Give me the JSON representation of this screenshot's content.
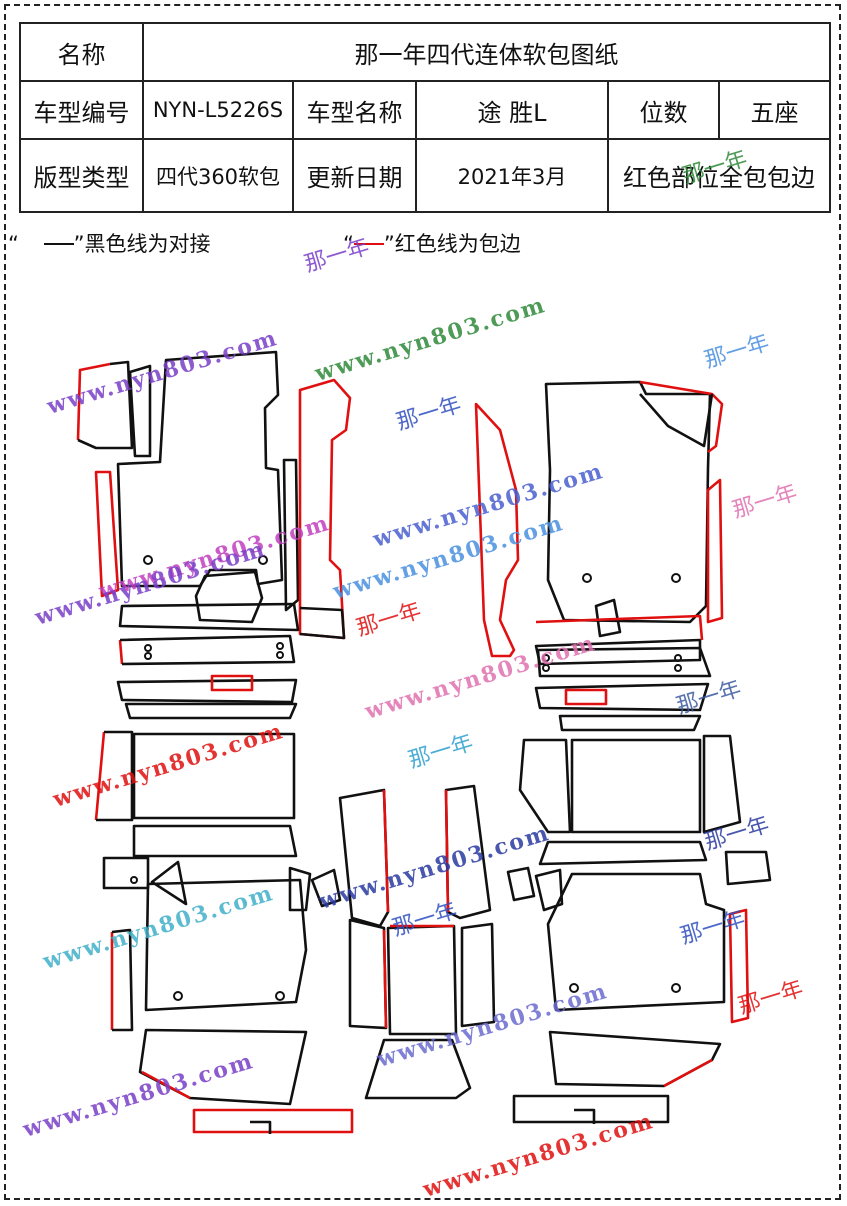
{
  "info_table": {
    "name_label": "名称",
    "name_value": "那一年四代连体软包图纸",
    "model_code_label": "车型编号",
    "model_code_value": "NYN-L5226S",
    "model_name_label": "车型名称",
    "model_name_value": "途 胜L",
    "seats_label": "位数",
    "seats_value": "五座",
    "pattern_type_label": "版型类型",
    "pattern_type_value": "四代360软包",
    "update_date_label": "更新日期",
    "update_date_value": "2021年3月",
    "red_note": "红色部位全包包边"
  },
  "legend": {
    "black_open_quote": "“",
    "black_text": "”黑色线为对接",
    "red_open_quote": "“",
    "red_text": "”红色线为包边"
  },
  "colors": {
    "border": "#111111",
    "red_edge": "#e01010"
  },
  "watermarks": {
    "url_text": "www.nyn803.com",
    "brand_text": "那一年",
    "url_colors": [
      "#7a3fc8",
      "#2f8a3a",
      "#4a5fd0",
      "#c040c0",
      "#e03060",
      "#5090e0",
      "#2a3aa0",
      "#e01010"
    ],
    "brand_colors": [
      "#7a3fc8",
      "#2f8a3a",
      "#3050c0",
      "#e01010",
      "#30a0d0"
    ]
  }
}
